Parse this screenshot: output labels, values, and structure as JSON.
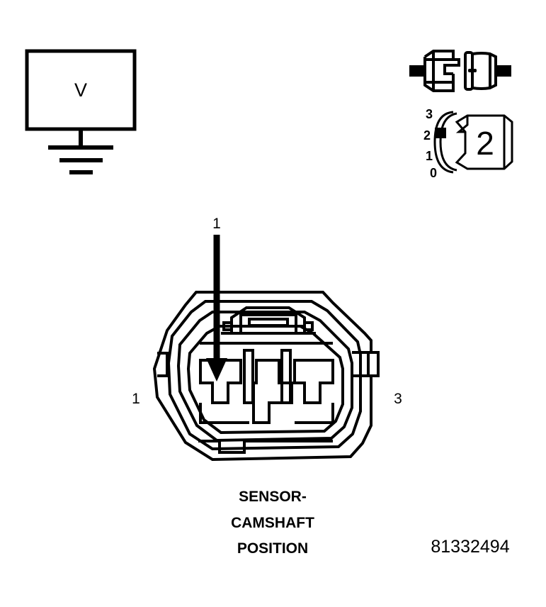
{
  "figure": {
    "part_number": "81332494",
    "caption_lines": [
      "SENSOR-",
      "CAMSHAFT",
      "POSITION"
    ],
    "line_color": "#000000",
    "background_color": "#ffffff"
  },
  "meter": {
    "name": "voltmeter",
    "display_symbol": "V",
    "ground_symbol": "earth-ground"
  },
  "connector_symbol": {
    "name": "connector-disconnected",
    "state": "disconnected"
  },
  "selector_dial": {
    "name": "rotary-range-selector",
    "scale_labels": [
      "3",
      "2",
      "1",
      "0"
    ],
    "selected_position": "2",
    "knob_label": "2"
  },
  "sensor_connector": {
    "name": "camshaft-position-sensor-connector",
    "cavity_count": 3,
    "pin_left_label": "1",
    "pin_right_label": "3",
    "probe_callout": "1",
    "probe_target_cavity": "1"
  }
}
